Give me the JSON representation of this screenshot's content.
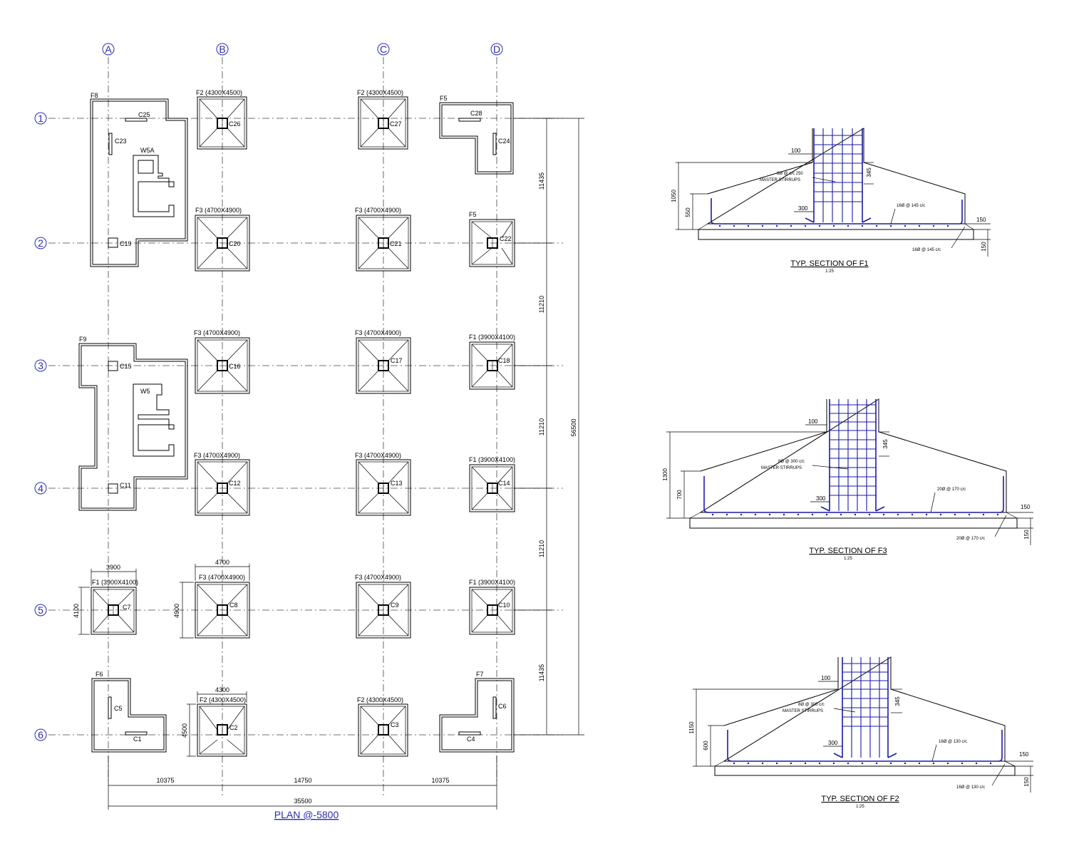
{
  "plan": {
    "title": "PLAN @-5800",
    "grid_columns": [
      "A",
      "B",
      "C",
      "D"
    ],
    "grid_rows": [
      "1",
      "2",
      "3",
      "4",
      "5",
      "6"
    ],
    "row_spacings": [
      "11435",
      "11210",
      "11210",
      "11210",
      "11435"
    ],
    "overall_height": "56500",
    "col_spacings": [
      "10375",
      "14750",
      "10375"
    ],
    "overall_width": "35500",
    "footing_labels": {
      "b1": "F2 (4300X4500)",
      "c1": "F2 (4300X4500)",
      "d1": "F5",
      "b2": "F3 (4700X4900)",
      "c2": "F3 (4700X4900)",
      "d2": "F5",
      "b3": "F3 (4700X4900)",
      "c3": "F3 (4700X4900)",
      "d3": "F1 (3900X4100)",
      "b4": "F3 (4700X4900)",
      "c4": "F3 (4700X4900)",
      "d4": "F1 (3900X4100)",
      "a5": "F1 (3900X4100)",
      "b5": "F3 (4700X4900)",
      "c5": "F3 (4700X4900)",
      "d5": "F1 (3900X4100)",
      "a6": "F6",
      "b6": "F2 (4300X4500)",
      "c6": "F2 (4300X4500)",
      "d6": "F7",
      "f8": "F8",
      "f9": "F9"
    },
    "columns": {
      "c1": "C1",
      "c2": "C2",
      "c3": "C3",
      "c4": "C4",
      "c5": "C5",
      "c6": "C6",
      "c7": "C7",
      "c8": "C8",
      "c9": "C9",
      "c10": "C10",
      "c11": "C11",
      "c12": "C12",
      "c13": "C13",
      "c14": "C14",
      "c15": "C15",
      "c16": "C16",
      "c17": "C17",
      "c18": "C18",
      "c19": "C19",
      "c20": "C20",
      "c21": "C21",
      "c22": "C22",
      "c23": "C23",
      "c24": "C24",
      "c25": "C25",
      "c26": "C26",
      "c27": "C27",
      "c28": "C28"
    },
    "walls": {
      "w5a": "W5A",
      "w5": "W5"
    },
    "dims": {
      "a5_w": "3900",
      "a5_h": "4100",
      "b5_w": "4700",
      "b5_h": "4900",
      "b6_w": "4300",
      "b6_h": "4500"
    }
  },
  "sections": [
    {
      "title": "TYP. SECTION OF F1",
      "scale": "1:25",
      "total_depth": "1050",
      "edge_depth": "550",
      "col_offset": "100",
      "taper_top": "345",
      "stirrups": "8Ø @ c/c 250",
      "stirrups_note": "MASTER STIRRUPS",
      "lap": "300",
      "top_bar": "16Ø @ 145 c/c",
      "bottom_bar": "16Ø @ 145 c/c",
      "pcc_off": "150",
      "pcc_thk": "150"
    },
    {
      "title": "TYP. SECTION OF F3",
      "scale": "1:25",
      "total_depth": "1300",
      "edge_depth": "700",
      "col_offset": "100",
      "taper_top": "345",
      "stirrups": "8Ø @ 300 c/c",
      "stirrups_note": "MASTER STIRRUPS",
      "lap": "300",
      "top_bar": "20Ø @ 170 c/c",
      "bottom_bar": "20Ø @ 170 c/c",
      "pcc_off": "150",
      "pcc_thk": "150"
    },
    {
      "title": "TYP. SECTION OF F2",
      "scale": "1:25",
      "total_depth": "1150",
      "edge_depth": "600",
      "col_offset": "100",
      "taper_top": "345",
      "stirrups": "8Ø @ 300 c/c",
      "stirrups_note": "MASTER STIRRUPS",
      "lap": "300",
      "top_bar": "16Ø @ 130 c/c",
      "bottom_bar": "16Ø @ 130 c/c",
      "pcc_off": "150",
      "pcc_thk": "150"
    }
  ],
  "colors": {
    "bubble": "#2b2bb3",
    "rebar": "#1a1aa8",
    "plan_title": "#2b2bb3"
  }
}
